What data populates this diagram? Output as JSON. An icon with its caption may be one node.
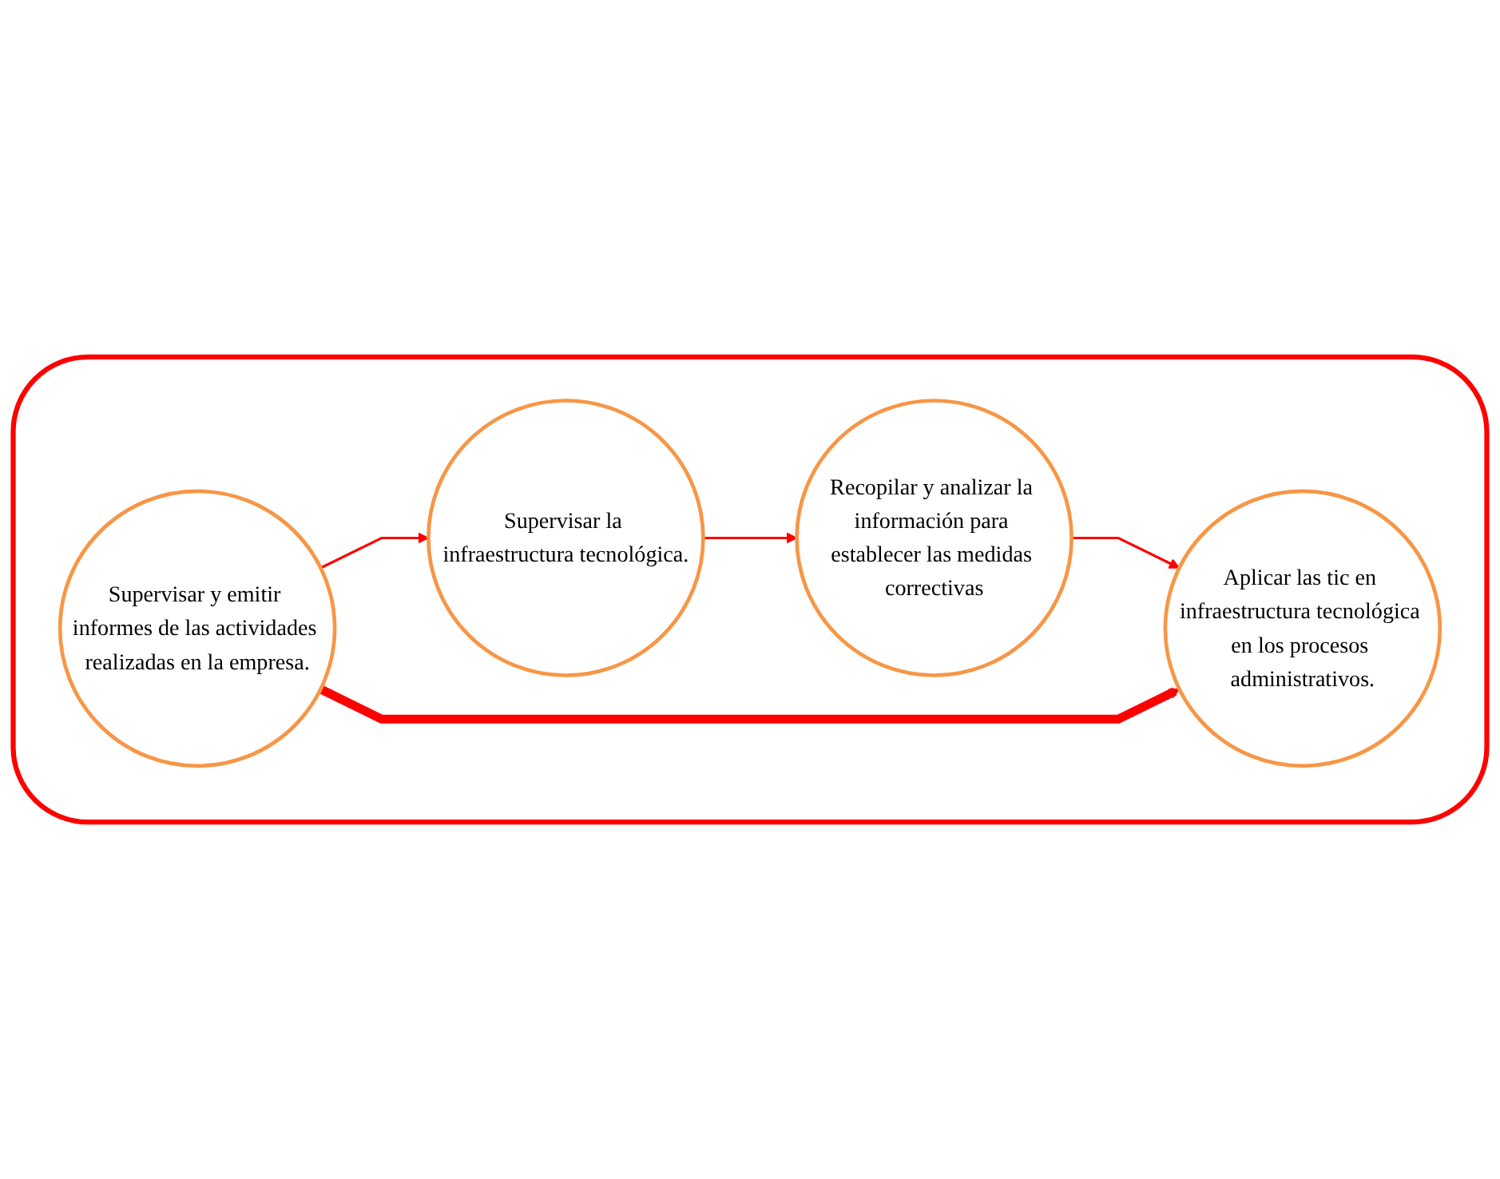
{
  "diagram": {
    "nodes": [
      {
        "text": [],
        "shape": "cloud"
      },
      {
        "text": [
          "Supervisar la infraestructura tecnológica."
        ],
        "in": 0
      },
      {
        "text": [
          "Recopilar y analizar la información para establecer las medidas correctivas"
        ],
        "in": 0
      },
      {
        "text": [
          "Supervisar y emitir informes de las actividades realizadas en la empresa."
        ],
        "in": 0
      },
      {
        "text": [
          "Aplicar las tic en infraestructura tecnológica en los procesos administrativos."
        ],
        "in": 0
      }
    ],
    "edges": [
      {
        "from": 3,
        "to": 1,
        "arrow": "to"
      },
      {
        "from": 1,
        "to": 2,
        "arrow": "to"
      },
      {
        "from": 2,
        "to": 4,
        "arrow": "to"
      },
      {
        "from": 3,
        "to": 4,
        "arrow": "to",
        "style": "thick"
      }
    ]
  }
}
